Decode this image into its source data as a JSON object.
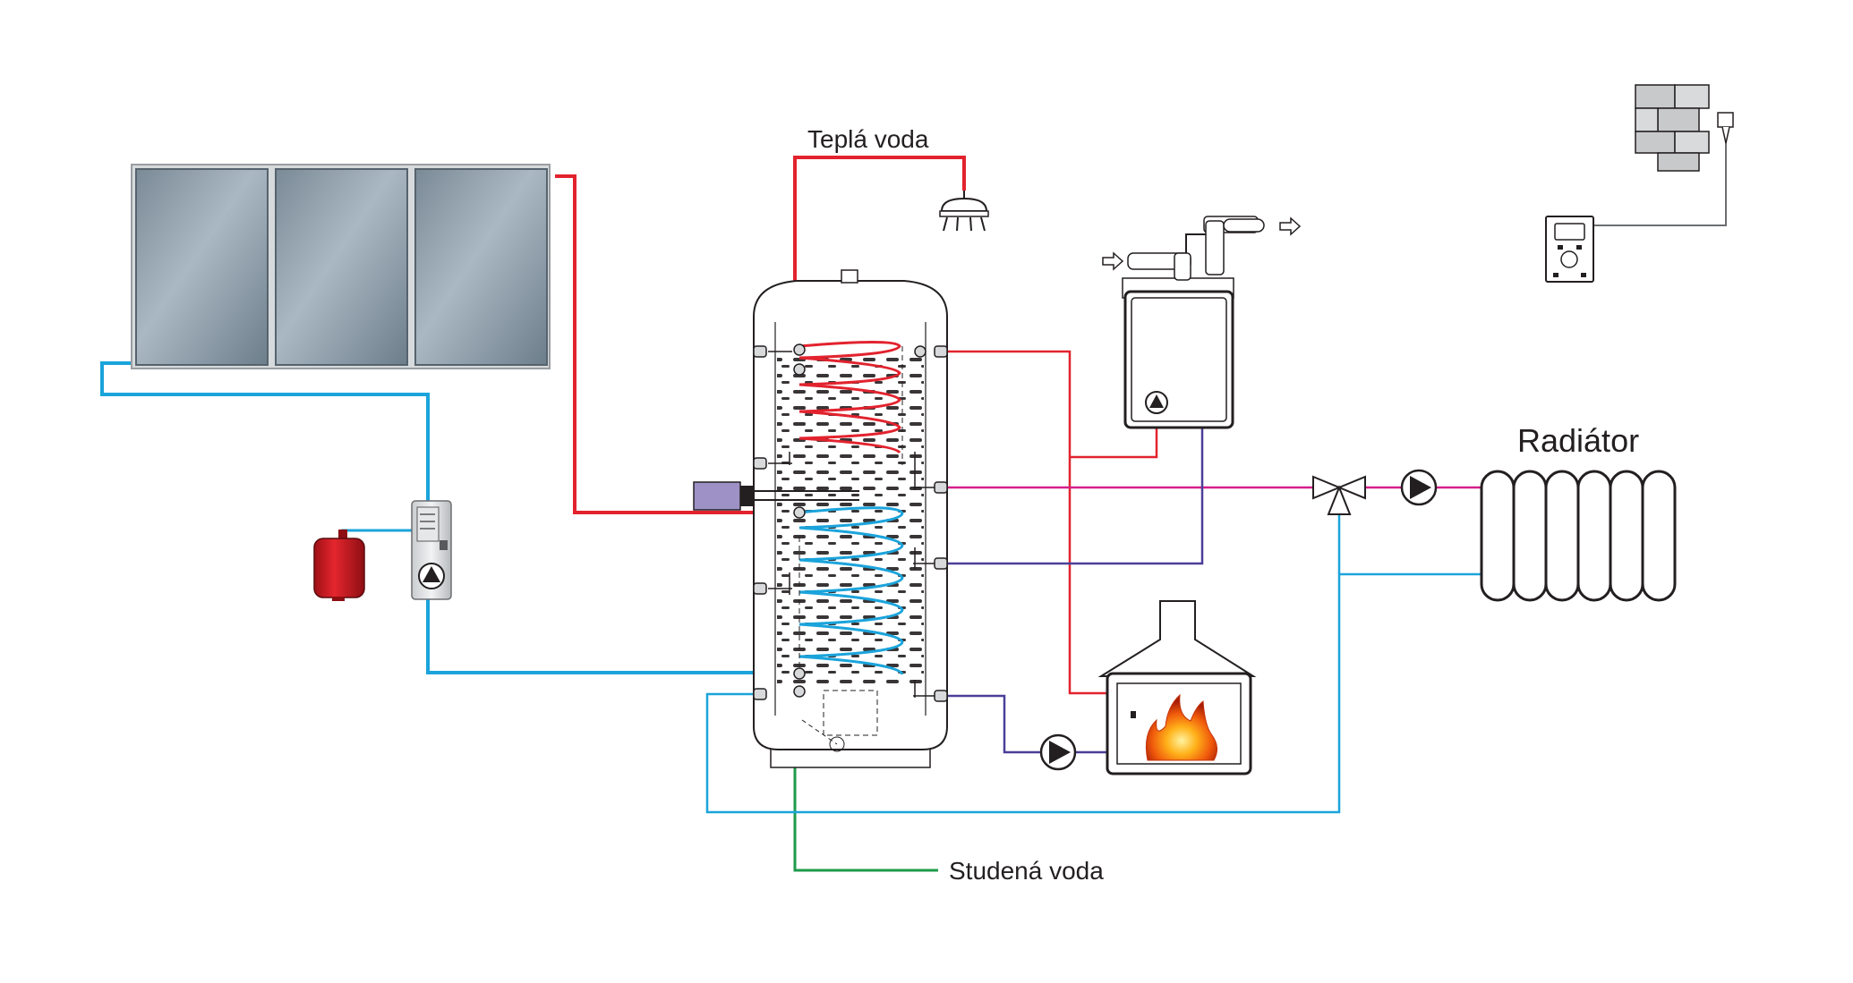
{
  "labels": {
    "hot_water": "Teplá voda",
    "cold_water": "Studená voda",
    "radiator": "Radiátor"
  },
  "colors": {
    "hot": "#e2232e",
    "cold": "#1ba4db",
    "drinking_cold": "#1e9a4a",
    "heating_flow": "#d61f8a",
    "heating_return": "#4a3f97",
    "outline": "#231f20"
  },
  "components": [
    "solar-collectors",
    "expansion-vessel",
    "solar-pump-station",
    "storage-tank",
    "electric-heater",
    "gas-boiler",
    "fireplace",
    "three-way-valve",
    "radiator",
    "room-thermostat",
    "outdoor-sensor",
    "shower-head"
  ]
}
